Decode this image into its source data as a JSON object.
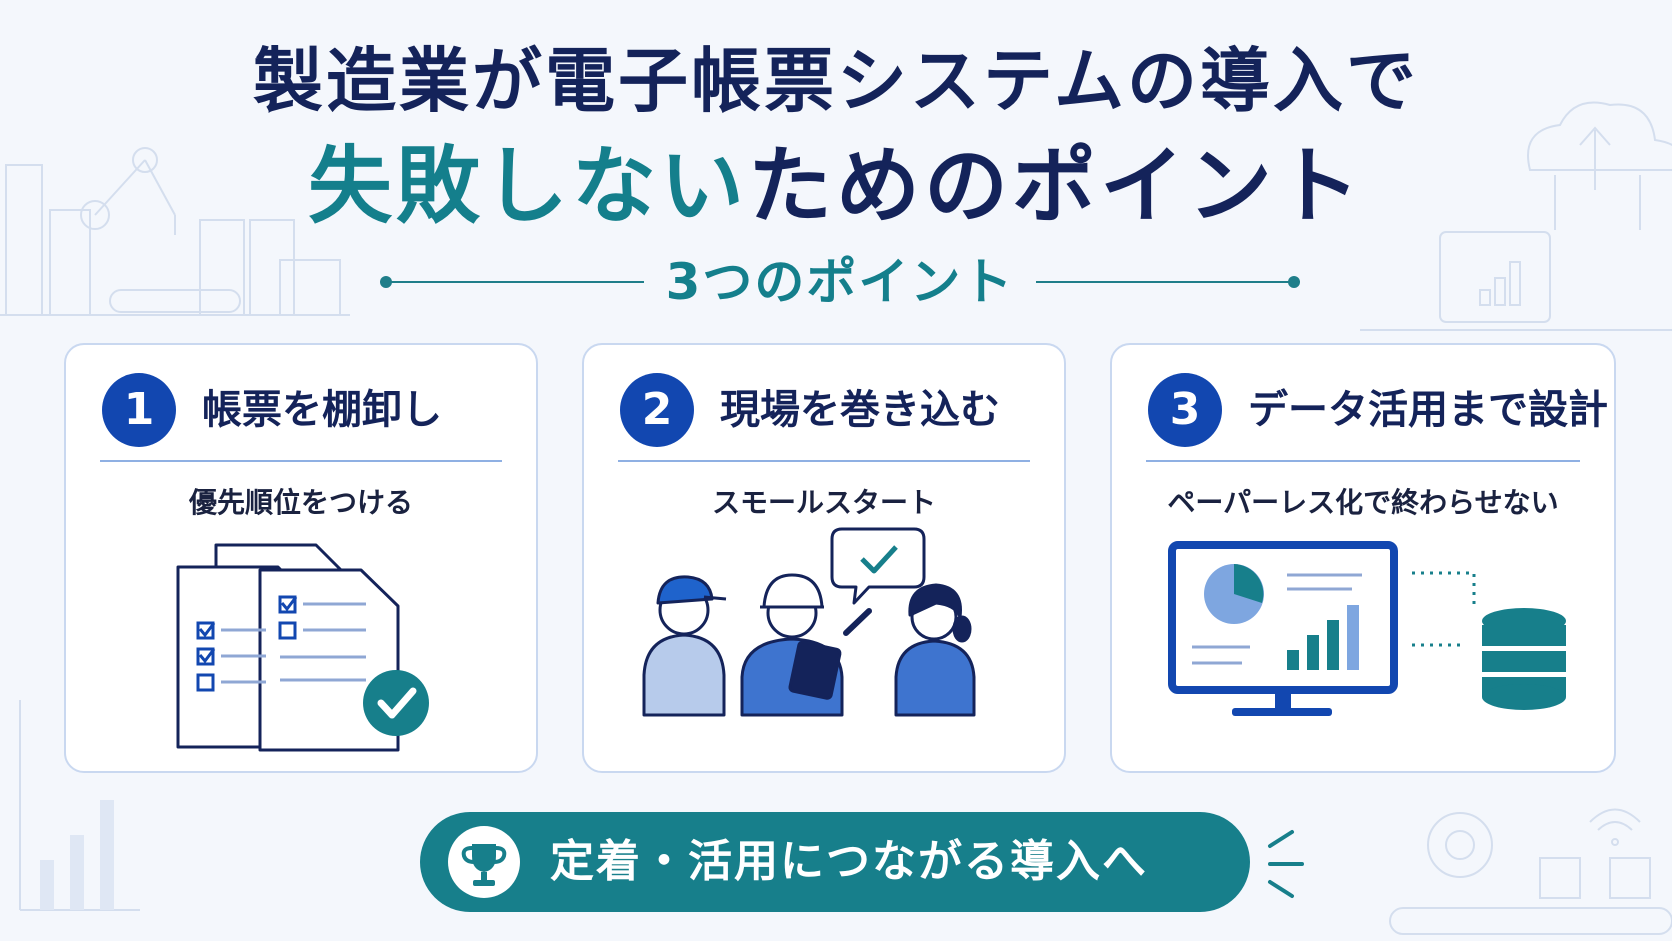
{
  "title": {
    "line1": "製造業が電子帳票システムの導入で",
    "line2_highlight": "失敗しない",
    "line2_rest": "ためのポイント"
  },
  "subheading": "3つのポイント",
  "points": [
    {
      "number": "1",
      "title": "帳票を棚卸し",
      "subtitle": "優先順位をつける"
    },
    {
      "number": "2",
      "title": "現場を巻き込む",
      "subtitle": "スモールスタート"
    },
    {
      "number": "3",
      "title": "データ活用まで設計",
      "subtitle": "ペーパーレス化で終わらせない"
    }
  ],
  "banner": {
    "text": "定着・活用につながる導入へ"
  },
  "colors": {
    "navy": "#14235a",
    "teal": "#147f8c",
    "blue": "#1247b0",
    "light_blue": "#c9d8f0",
    "background": "#f4f7fc"
  },
  "icons": [
    "trophy-icon",
    "check-icon",
    "document-checklist-icon",
    "workers-icon",
    "dashboard-monitor-icon",
    "database-icon",
    "cloud-upload-icon",
    "gear-icon",
    "wifi-icon",
    "robot-arm-icon",
    "factory-icon"
  ]
}
